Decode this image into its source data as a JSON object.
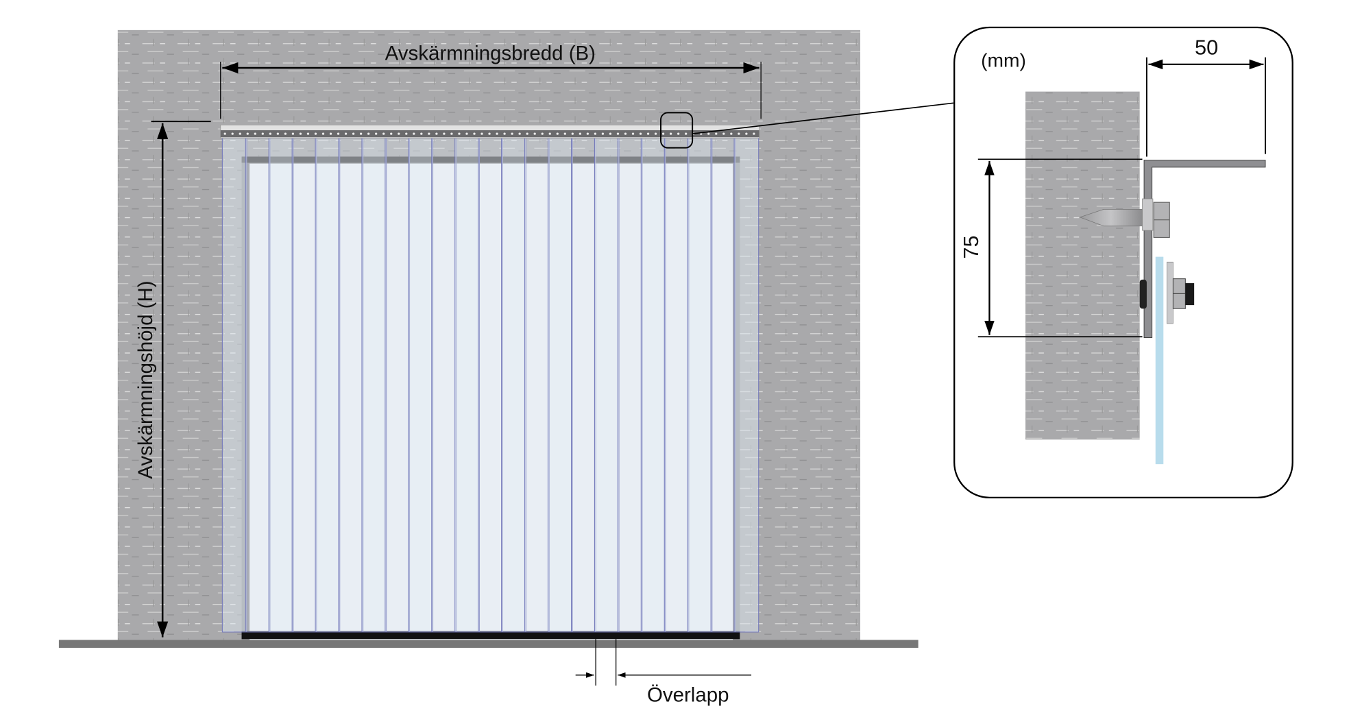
{
  "main_drawing": {
    "width_label": "Avskärmningsbredd (B)",
    "height_label": "Avskärmningshöjd (H)",
    "overlap_label": "Överlapp",
    "strip_count": 23
  },
  "detail": {
    "unit_label": "(mm)",
    "bracket_width": "50",
    "bracket_height": "75"
  },
  "colors": {
    "wall": "#a9a9ab",
    "strip_edge": "#6f74b8",
    "strip_fill": "#dfe9f2",
    "pvc_detail": "#b8dcec",
    "floor": "#777777"
  }
}
